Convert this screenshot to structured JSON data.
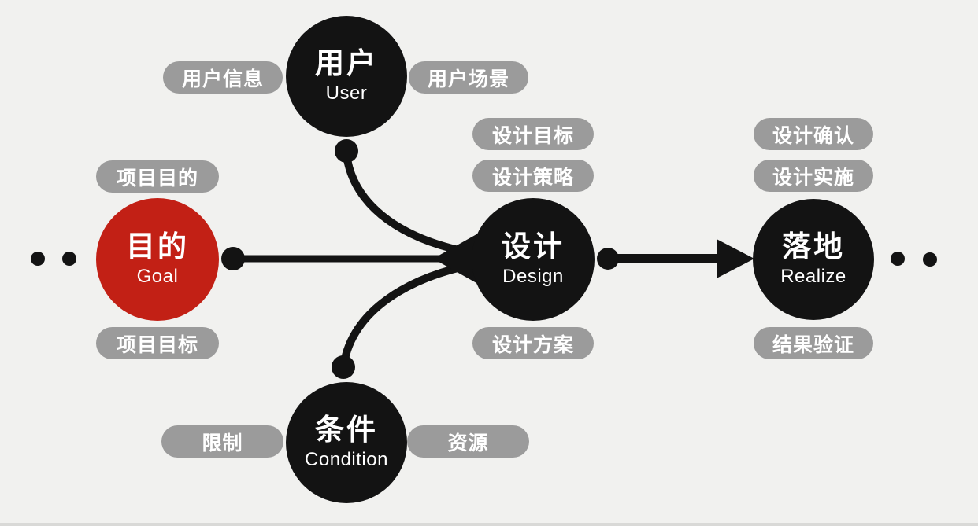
{
  "diagram": {
    "title_hint": "design process flow",
    "colors": {
      "background": "#f1f1ef",
      "node_black": "#131313",
      "node_red": "#c22015",
      "pill_gray": "#9b9b9b",
      "text_white": "#ffffff"
    },
    "nodes": {
      "goal": {
        "zh": "目的",
        "en": "Goal"
      },
      "user": {
        "zh": "用户",
        "en": "User"
      },
      "design": {
        "zh": "设计",
        "en": "Design"
      },
      "realize": {
        "zh": "落地",
        "en": "Realize"
      },
      "condition": {
        "zh": "条件",
        "en": "Condition"
      }
    },
    "pills": {
      "goal_top": "项目目的",
      "goal_bottom": "项目目标",
      "user_left": "用户信息",
      "user_right": "用户场景",
      "design_top1": "设计目标",
      "design_top2": "设计策略",
      "design_bottom": "设计方案",
      "realize_top1": "设计确认",
      "realize_top2": "设计实施",
      "realize_bottom": "结果验证",
      "condition_left": "限制",
      "condition_right": "资源"
    },
    "flow": {
      "main_path": [
        "目的",
        "设计",
        "落地"
      ],
      "inputs_to_design": [
        "用户",
        "条件"
      ],
      "ellipsis_left": "··",
      "ellipsis_right": "··"
    }
  }
}
